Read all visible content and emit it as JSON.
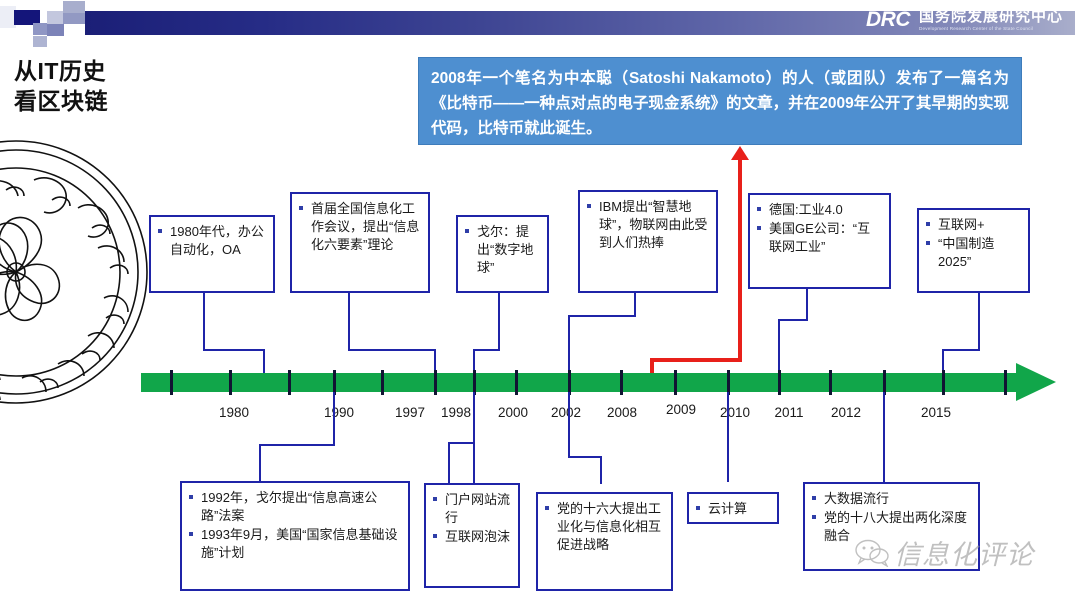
{
  "header": {
    "logo_abbr": "DRC",
    "logo_cn": "国务院发展研究中心",
    "logo_en": "Development Research Center of the State Council"
  },
  "title": {
    "line1": "从IT历史",
    "line2": "看区块链"
  },
  "callout": {
    "text": "2008年一个笔名为中本聪（Satoshi Nakamoto）的人（或团队）发布了一篇名为《比特币——一种点对点的电子现金系统》的文章，并在2009年公开了其早期的实现代码，比特币就此诞生。",
    "bg_color": "#4e8fd0"
  },
  "timeline": {
    "color": "#11a64a",
    "years": [
      "1980",
      "1990",
      "1997",
      "1998",
      "2000",
      "2002",
      "2008",
      "2009",
      "2010",
      "2011",
      "2012",
      "2015"
    ]
  },
  "top_boxes": [
    {
      "items": [
        "1980年代，办公自动化，OA"
      ]
    },
    {
      "items": [
        "首届全国信息化工作会议，提出“信息化六要素”理论"
      ]
    },
    {
      "items": [
        "戈尔：提出“数字地球”"
      ]
    },
    {
      "items": [
        "IBM提出“智慧地球”，物联网由此受到人们热捧"
      ]
    },
    {
      "items": [
        "德国:工业4.0",
        "美国GE公司：“互联网工业”"
      ]
    },
    {
      "items": [
        "互联网+",
        "“中国制造2025”"
      ]
    }
  ],
  "bottom_boxes": [
    {
      "items": [
        "1992年，戈尔提出“信息高速公路”法案",
        "1993年9月，美国“国家信息基础设施”计划"
      ]
    },
    {
      "items": [
        "门户网站流行",
        "互联网泡沫"
      ]
    },
    {
      "items": [
        "党的十六大提出工业化与信息化相互促进战略"
      ]
    },
    {
      "items": [
        "云计算"
      ]
    },
    {
      "items": [
        "大数据流行",
        "党的十八大提出两化深度融合"
      ]
    }
  ],
  "watermark": {
    "text": "信息化评论"
  }
}
